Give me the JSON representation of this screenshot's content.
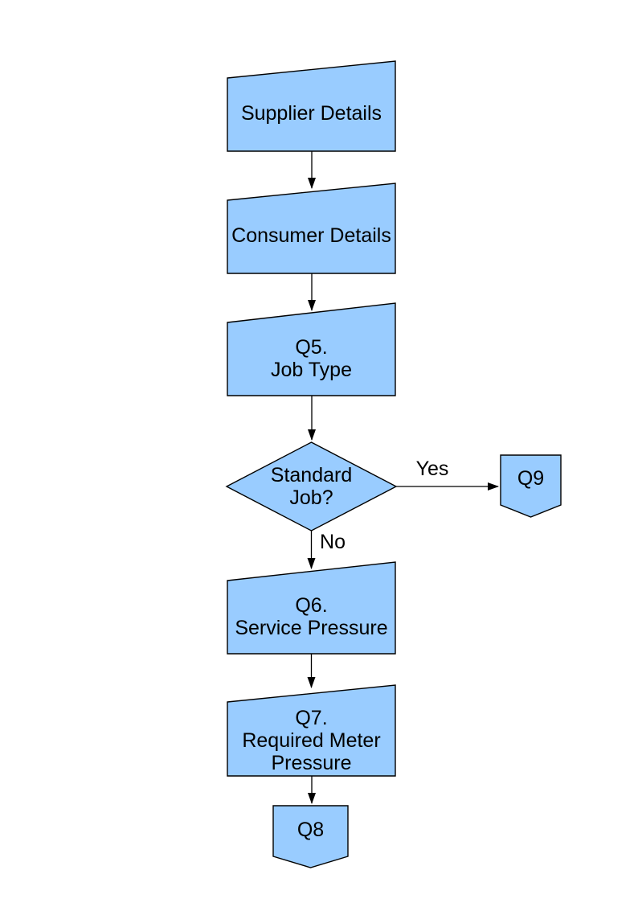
{
  "diagram": {
    "type": "flowchart",
    "style": {
      "background": "#FFFFFF",
      "shape_fill": "#99CCFF",
      "shape_border": "#000000",
      "connector_color": "#000000",
      "text_color": "#000000"
    },
    "nodes": [
      {
        "id": "supplier-details",
        "shape": "manual-input",
        "lines": [
          "Supplier Details"
        ]
      },
      {
        "id": "consumer-details",
        "shape": "manual-input",
        "lines": [
          "Consumer Details"
        ]
      },
      {
        "id": "q5-job-type",
        "shape": "manual-input",
        "lines": [
          "Q5.",
          "Job Type"
        ]
      },
      {
        "id": "standard-job-decision",
        "shape": "decision",
        "lines": [
          "Standard",
          "Job?"
        ]
      },
      {
        "id": "q9-connector",
        "shape": "off-page-connector",
        "lines": [
          "Q9"
        ]
      },
      {
        "id": "q6-service-pressure",
        "shape": "manual-input",
        "lines": [
          "Q6.",
          "Service Pressure"
        ]
      },
      {
        "id": "q7-required-meter-pressure",
        "shape": "manual-input",
        "lines": [
          "Q7.",
          "Required Meter",
          "Pressure"
        ]
      },
      {
        "id": "q8-connector",
        "shape": "off-page-connector",
        "lines": [
          "Q8"
        ]
      }
    ],
    "edges": [
      {
        "from": "supplier-details",
        "to": "consumer-details",
        "label": ""
      },
      {
        "from": "consumer-details",
        "to": "q5-job-type",
        "label": ""
      },
      {
        "from": "q5-job-type",
        "to": "standard-job-decision",
        "label": ""
      },
      {
        "from": "standard-job-decision",
        "to": "q9-connector",
        "label": "Yes"
      },
      {
        "from": "standard-job-decision",
        "to": "q6-service-pressure",
        "label": "No"
      },
      {
        "from": "q6-service-pressure",
        "to": "q7-required-meter-pressure",
        "label": ""
      },
      {
        "from": "q7-required-meter-pressure",
        "to": "q8-connector",
        "label": ""
      }
    ]
  }
}
